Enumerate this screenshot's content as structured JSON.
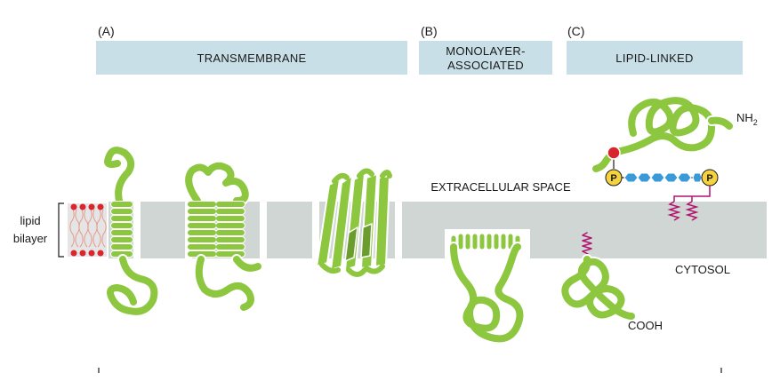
{
  "panels": [
    {
      "letter": "(A)",
      "title": "TRANSMEMBRANE"
    },
    {
      "letter": "(B)",
      "title_line1": "MONOLAYER-",
      "title_line2": "ASSOCIATED"
    },
    {
      "letter": "(C)",
      "title": "LIPID-LINKED"
    }
  ],
  "labels": {
    "lipid_line1": "lipid",
    "lipid_line2": "bilayer",
    "extracellular": "EXTRACELLULAR SPACE",
    "cytosol": "CYTOSOL",
    "nh2_main": "NH",
    "nh2_sub": "2",
    "cooh": "COOH",
    "phosphate": "P"
  },
  "colors": {
    "protein": "#8dc63f",
    "protein_edge": "#ffffff",
    "membrane": "#cfd6d3",
    "header_bg": "#c9dfe7",
    "lipid_head": "#d7262e",
    "lipid_tail": "#e39a8f",
    "lipid_box": "#e5e5e5",
    "phosphate_fill": "#f6d23e",
    "sugar_chain": "#3a9ad9",
    "anchor": "#b3126e"
  },
  "icons": [
    "alpha-helix-protein",
    "beta-barrel-protein",
    "lipid-anchor",
    "gpi-anchor"
  ]
}
